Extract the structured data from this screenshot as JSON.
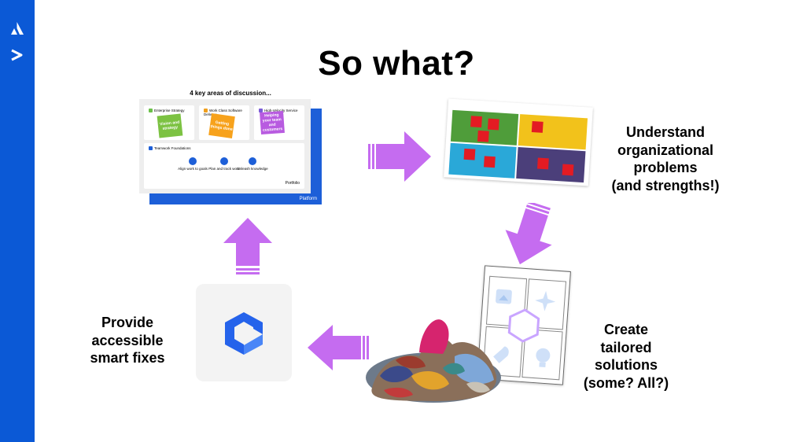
{
  "slide": {
    "title": "So what?"
  },
  "labels": {
    "understand": [
      "Understand",
      "organizational",
      "problems",
      "(and strengths!)"
    ],
    "create": [
      "Create",
      "tailored",
      "solutions",
      "(some? All?)"
    ],
    "provide": [
      "Provide",
      "accessible",
      "smart fixes"
    ]
  },
  "thumbnail_discussion": {
    "heading": "4 key areas of discussion...",
    "cards": [
      "Enterprise Strategy",
      "Work Class Software Delivery",
      "High-Velocity Service",
      "Teamwork Foundations"
    ],
    "stickies": [
      "Vision and strategy",
      "Getting things done",
      "Helping your team and customers"
    ],
    "items": [
      "Align work to goals",
      "Plan and track work",
      "Unleash knowledge"
    ],
    "footer_front": "Portfolio",
    "footer_back": "Platform"
  },
  "colors": {
    "sidebar": "#0b59d6",
    "arrow": "#c56cf0",
    "accent_blue": "#1d5fd8"
  },
  "icons": [
    "atlassian-logo-icon",
    "chevron-right-icon",
    "loop-logo-icon"
  ]
}
